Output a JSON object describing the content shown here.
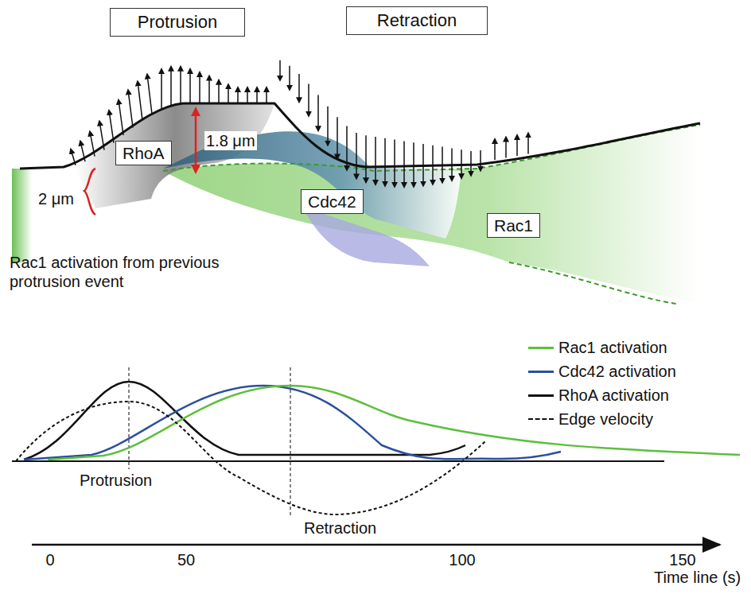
{
  "diagram": {
    "nodes": [
      {
        "text": [
          "Protrusion"
        ]
      },
      {
        "text": [
          "Retraction"
        ]
      },
      {
        "text": [
          "RhoA"
        ]
      },
      {
        "text": [
          "Cdc42"
        ]
      },
      {
        "text": [
          "Rac1"
        ]
      }
    ],
    "edges": [],
    "labels": [
      "1.8 μm",
      "2 μm",
      "Rac1 activation from previous protrusion event",
      "Protrusion",
      "Retraction",
      "0",
      "50",
      "100",
      "150",
      "Time line (s)"
    ],
    "legend": [
      {
        "text": "Rac1 activation",
        "color": "#5cbf3c"
      },
      {
        "text": "Cdc42 activation",
        "color": "#2c4f9e"
      },
      {
        "text": "RhoA activation",
        "color": "#111111"
      },
      {
        "text": "Edge velocity"
      }
    ]
  }
}
